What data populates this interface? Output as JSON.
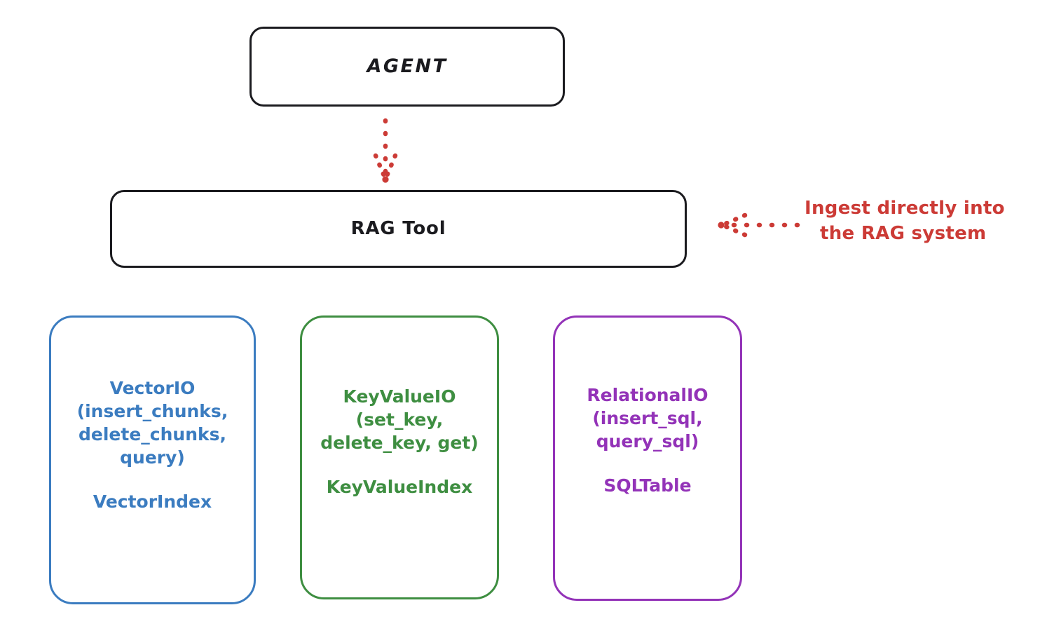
{
  "diagram": {
    "title": "RAG Tool architecture",
    "background": "#ffffff",
    "colors": {
      "dark": "#1b1b1f",
      "vector_blue": "#3b7cc0",
      "keyvalue_green": "#3e8e41",
      "relational_purple": "#9333b8",
      "annotation_red": "#cc3b36"
    }
  },
  "nodes": {
    "agent": {
      "label": "AGENT",
      "stroke": "#1b1b1f"
    },
    "rag_tool": {
      "label": "RAG Tool",
      "stroke": "#1b1b1f"
    },
    "vector_io": {
      "api": "VectorIO\n(insert_chunks,\ndelete_chunks,\nquery)",
      "index": "VectorIndex",
      "stroke": "#3b7cc0"
    },
    "key_value_io": {
      "api": "KeyValueIO\n(set_key,\ndelete_key, get)",
      "index": "KeyValueIndex",
      "stroke": "#3e8e41"
    },
    "relational_io": {
      "api": "RelationalIO\n(insert_sql,\nquery_sql)",
      "index": "SQLTable",
      "stroke": "#9333b8"
    }
  },
  "annotations": {
    "ingest": {
      "line1": "Ingest directly into",
      "line2": "the RAG system",
      "color": "#cc3b36"
    }
  },
  "edges": [
    {
      "name": "agent-to-rag-tool",
      "from": "agent",
      "to": "rag_tool",
      "style": "dotted",
      "color": "#cc3b36",
      "direction": "down"
    },
    {
      "name": "ingest-to-rag-tool",
      "from": "ingest-annotation",
      "to": "rag_tool",
      "style": "dotted",
      "color": "#cc3b36",
      "direction": "left"
    }
  ]
}
